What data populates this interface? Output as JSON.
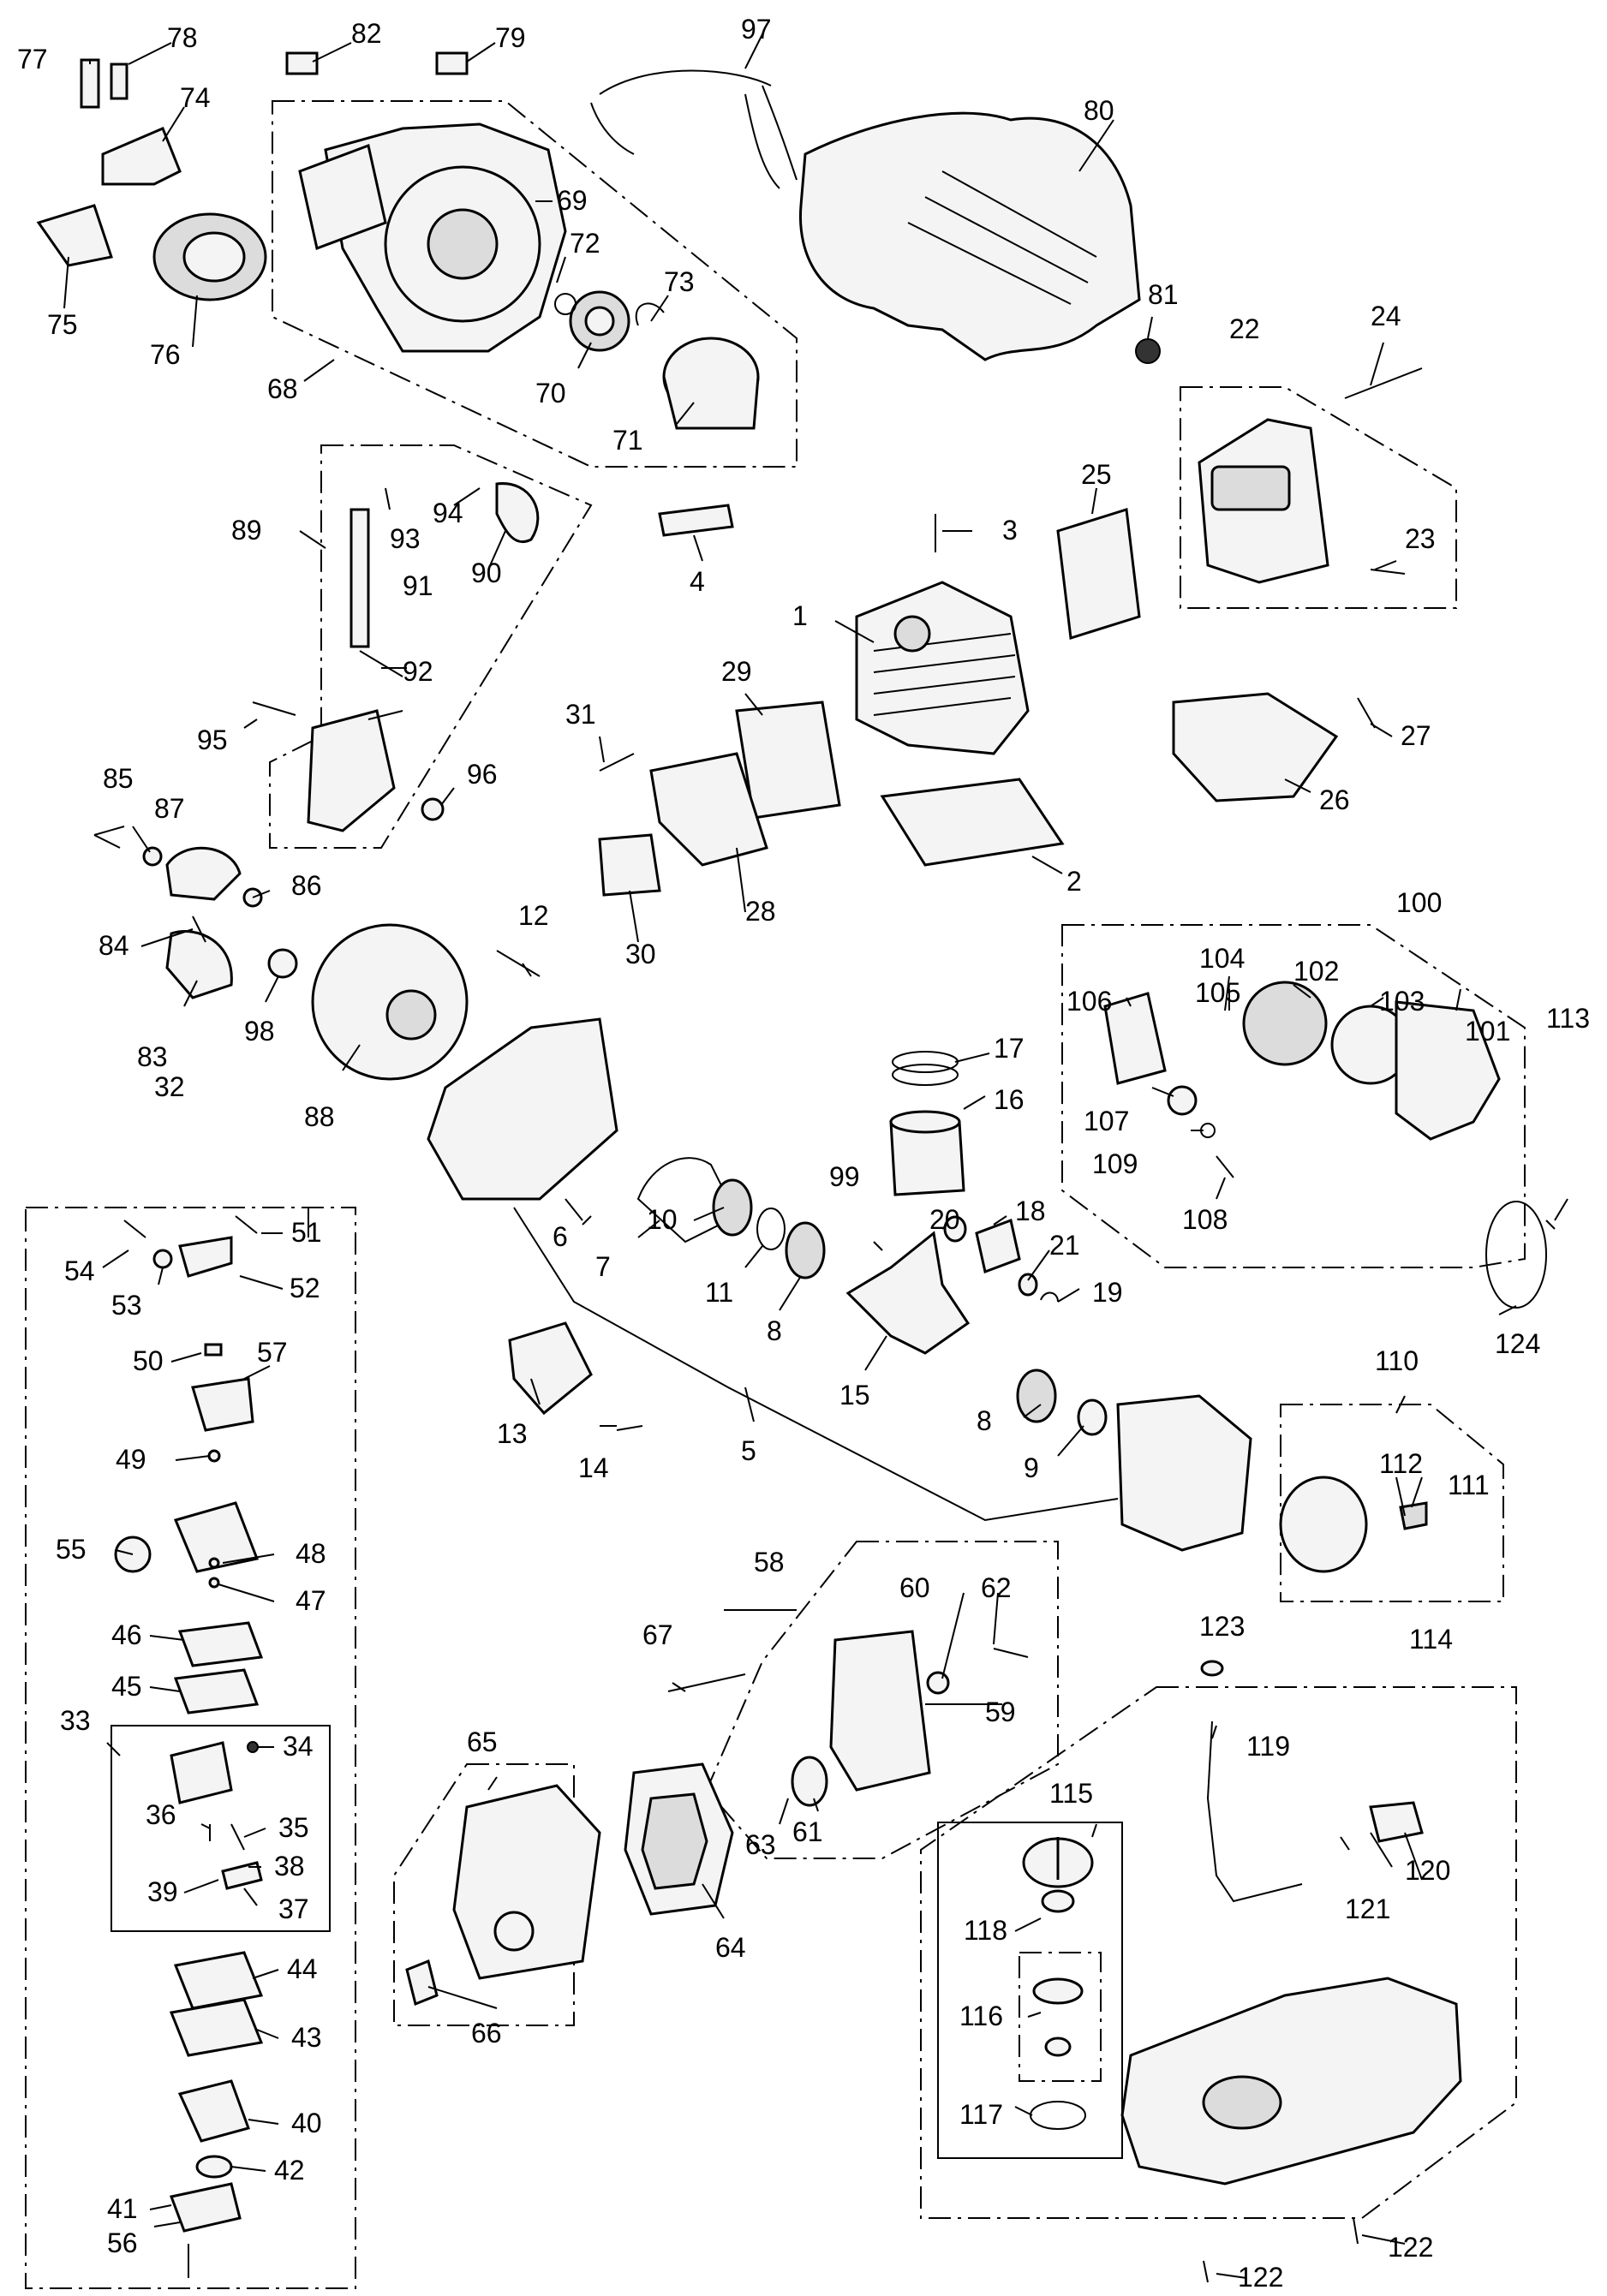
{
  "labels": {
    "l1": "1",
    "l2": "2",
    "l3": "3",
    "l4": "4",
    "l5": "5",
    "l6": "6",
    "l7": "7",
    "l8a": "8",
    "l8b": "8",
    "l9": "9",
    "l10": "10",
    "l11": "11",
    "l12": "12",
    "l13": "13",
    "l14": "14",
    "l15": "15",
    "l16": "16",
    "l17": "17",
    "l18": "18",
    "l19": "19",
    "l20": "20",
    "l21": "21",
    "l22": "22",
    "l23": "23",
    "l24": "24",
    "l25": "25",
    "l26": "26",
    "l27": "27",
    "l28": "28",
    "l29": "29",
    "l30": "30",
    "l31": "31",
    "l32": "32",
    "l33": "33",
    "l34": "34",
    "l35": "35",
    "l36": "36",
    "l37": "37",
    "l38": "38",
    "l39": "39",
    "l40": "40",
    "l41": "41",
    "l42": "42",
    "l43": "43",
    "l44": "44",
    "l45": "45",
    "l46": "46",
    "l47": "47",
    "l48": "48",
    "l49": "49",
    "l50": "50",
    "l51": "51",
    "l52": "52",
    "l53": "53",
    "l54": "54",
    "l55": "55",
    "l56": "56",
    "l57": "57",
    "l58": "58",
    "l59": "59",
    "l60": "60",
    "l61": "61",
    "l62": "62",
    "l63": "63",
    "l64": "64",
    "l65": "65",
    "l66": "66",
    "l67": "67",
    "l68": "68",
    "l69": "69",
    "l70": "70",
    "l71": "71",
    "l72": "72",
    "l73": "73",
    "l74": "74",
    "l75": "75",
    "l76": "76",
    "l77": "77",
    "l78": "78",
    "l79": "79",
    "l80": "80",
    "l81": "81",
    "l82": "82",
    "l83": "83",
    "l84": "84",
    "l85": "85",
    "l86": "86",
    "l87": "87",
    "l88": "88",
    "l89": "89",
    "l90": "90",
    "l91": "91",
    "l92": "92",
    "l93": "93",
    "l94": "94",
    "l95": "95",
    "l96": "96",
    "l97": "97",
    "l98": "98",
    "l99": "99",
    "l100": "100",
    "l101": "101",
    "l102": "102",
    "l103": "103",
    "l104": "104",
    "l105": "105",
    "l106": "106",
    "l107": "107",
    "l108": "108",
    "l109": "109",
    "l110": "110",
    "l111": "111",
    "l112": "112",
    "l113": "113",
    "l114": "114",
    "l115": "115",
    "l116": "116",
    "l117": "117",
    "l118": "118",
    "l119": "119",
    "l120": "120",
    "l121": "121",
    "l122a": "122",
    "l122b": "122",
    "l123": "123",
    "l124": "124"
  }
}
